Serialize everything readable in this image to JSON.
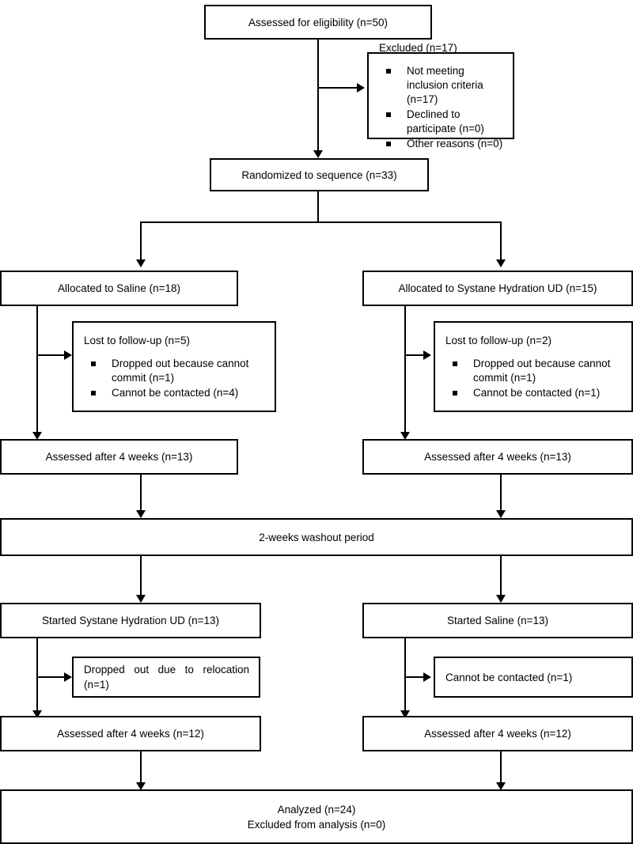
{
  "diagram": {
    "title": "CONSORT participant flow diagram",
    "type": "flowchart",
    "line_color": "#000000",
    "background_color": "#ffffff",
    "nodes": {
      "assessed": {
        "text": "Assessed for eligibility (n=50)"
      },
      "excluded": {
        "heading": "Excluded (n=17)",
        "bullets": [
          "Not meeting inclusion criteria (n=17)",
          "Declined to participate (n=0)",
          "Other reasons (n=0)"
        ]
      },
      "randomized": {
        "text": "Randomized to sequence (n=33)"
      },
      "alloc_left": {
        "text": "Allocated to Saline (n=18)"
      },
      "alloc_right": {
        "text": "Allocated to Systane Hydration UD (n=15)"
      },
      "lost_left": {
        "heading": "Lost to follow-up (n=5)",
        "bullets": [
          "Dropped out because cannot commit (n=1)",
          "Cannot be contacted (n=4)"
        ]
      },
      "lost_right": {
        "heading": "Lost to follow-up (n=2)",
        "bullets": [
          "Dropped out because cannot commit (n=1)",
          "Cannot be contacted (n=1)"
        ]
      },
      "assessed4_left": {
        "text": "Assessed after 4 weeks (n=13)"
      },
      "assessed4_right": {
        "text": "Assessed after 4 weeks (n=13)"
      },
      "washout": {
        "text": "2-weeks washout period"
      },
      "started_left": {
        "text": "Started Systane Hydration UD (n=13)"
      },
      "started_right": {
        "text": "Started Saline (n=13)"
      },
      "drop_left": {
        "text": "Dropped out due to relocation (n=1)"
      },
      "drop_right": {
        "text": "Cannot be contacted (n=1)"
      },
      "assessed4b_left": {
        "text": "Assessed after 4 weeks (n=12)"
      },
      "assessed4b_right": {
        "text": "Assessed after 4 weeks (n=12)"
      },
      "analyzed": {
        "line1": "Analyzed (n=24)",
        "line2": "Excluded from analysis (n=0)"
      }
    }
  }
}
